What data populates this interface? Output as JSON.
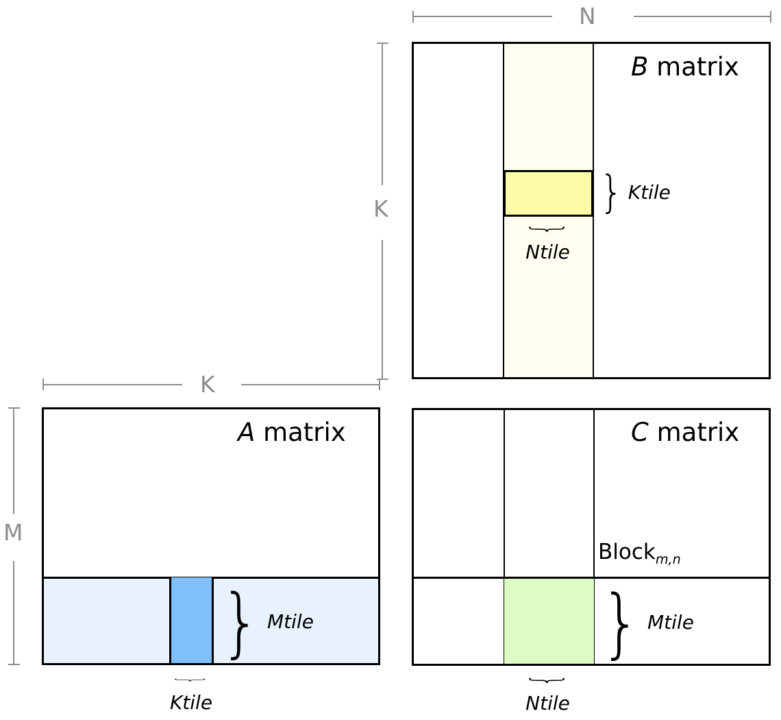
{
  "diagram": {
    "title": "GEMM blocked matrix multiply tiling",
    "colors": {
      "outline": "#000000",
      "dim_rule": "#8c8c8c",
      "a_band": "#E8F2FD",
      "a_tile": "#7FBFFB",
      "b_strip": "#FFFEF0",
      "b_tile": "#FCFCA8",
      "c_tile": "#DDFCC4",
      "background": "#ffffff"
    }
  },
  "dimensions": {
    "n": "N",
    "k_vertical": "K",
    "k_horizontal": "K",
    "m": "M"
  },
  "matrices": {
    "b": {
      "name": "B",
      "label_suffix": " matrix",
      "tile_height_label": "Ktile",
      "tile_width_label": "Ntile"
    },
    "a": {
      "name": "A",
      "label_suffix": " matrix",
      "tile_height_label": "Mtile",
      "tile_width_label": "Ktile"
    },
    "c": {
      "name": "C",
      "label_suffix": " matrix",
      "block_label_base": "Block",
      "block_label_sub": "m,n",
      "tile_height_label": "Mtile",
      "tile_width_label": "Ntile"
    }
  },
  "brace_glyph": "}"
}
